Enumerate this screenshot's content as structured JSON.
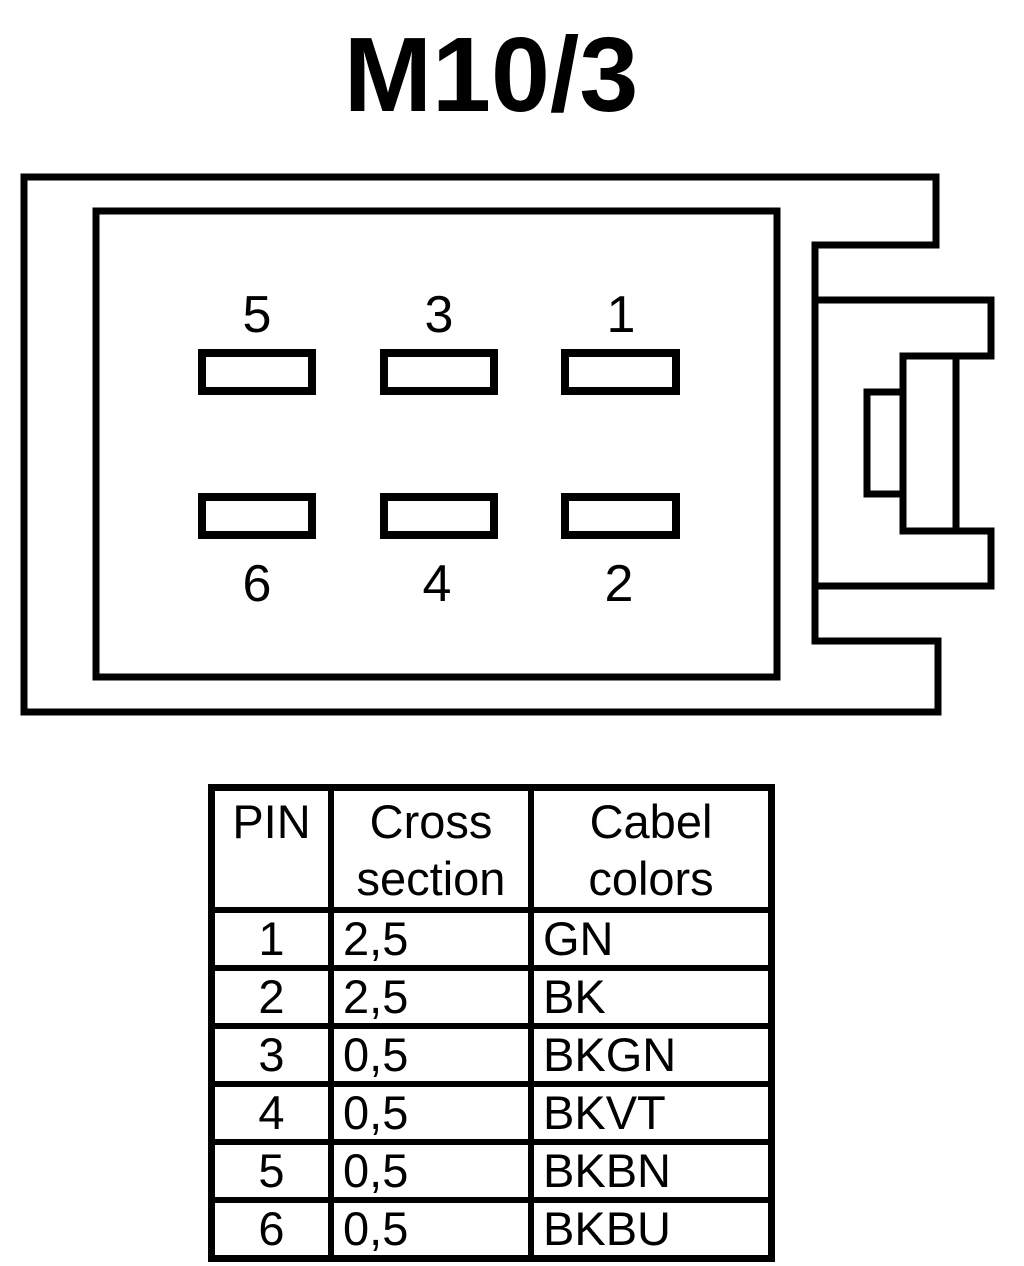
{
  "title": "M10/3",
  "colors": {
    "line": "#000000",
    "background": "#ffffff"
  },
  "connector": {
    "pin_labels_top": [
      "5",
      "3",
      "1"
    ],
    "pin_labels_bottom": [
      "6",
      "4",
      "2"
    ]
  },
  "table": {
    "header": {
      "pin": "PIN",
      "cross_line1": "Cross",
      "cross_line2": "section",
      "cabel_line1": "Cabel",
      "cabel_line2": "colors"
    },
    "rows": [
      [
        "1",
        "2,5",
        "GN"
      ],
      [
        "2",
        "2,5",
        "BK"
      ],
      [
        "3",
        "0,5",
        "BKGN"
      ],
      [
        "4",
        "0,5",
        "BKVT"
      ],
      [
        "5",
        "0,5",
        "BKBN"
      ],
      [
        "6",
        "0,5",
        "BKBU"
      ]
    ]
  }
}
